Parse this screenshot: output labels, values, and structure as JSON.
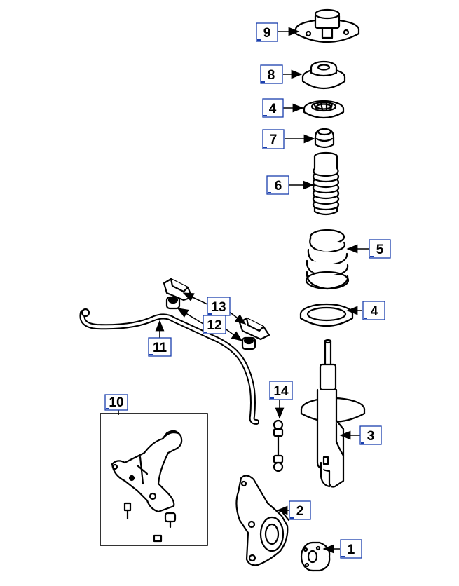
{
  "callouts": [
    {
      "id": "c9",
      "label": "9"
    },
    {
      "id": "c8",
      "label": "8"
    },
    {
      "id": "c4a",
      "label": "4"
    },
    {
      "id": "c7",
      "label": "7"
    },
    {
      "id": "c6",
      "label": "6"
    },
    {
      "id": "c5",
      "label": "5"
    },
    {
      "id": "c4b",
      "label": "4"
    },
    {
      "id": "c13",
      "label": "13"
    },
    {
      "id": "c12",
      "label": "12"
    },
    {
      "id": "c11",
      "label": "11"
    },
    {
      "id": "c14",
      "label": "14"
    },
    {
      "id": "c10",
      "label": "10"
    },
    {
      "id": "c3",
      "label": "3"
    },
    {
      "id": "c2",
      "label": "2"
    },
    {
      "id": "c1",
      "label": "1"
    }
  ],
  "colors": {
    "callout_border": "#1a3fae",
    "line": "#000000",
    "background": "#ffffff"
  }
}
